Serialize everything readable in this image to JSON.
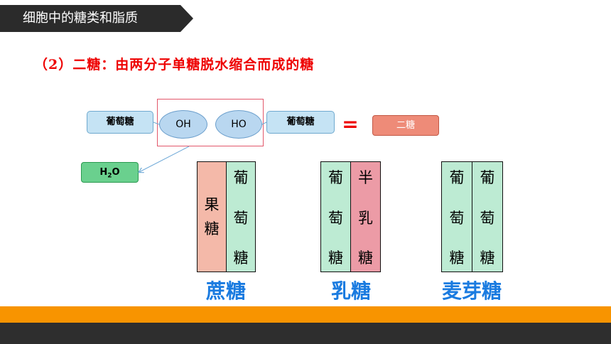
{
  "header": {
    "title": "细胞中的糖类和脂质"
  },
  "subtitle": "（2）二糖：由两分子单糖脱水缩合而成的糖",
  "reaction": {
    "left_monosaccharide": "葡萄糖",
    "hydroxyl_left": "OH",
    "hydroxyl_right": "HO",
    "right_monosaccharide": "葡萄糖",
    "equals": "=",
    "result": "二糖",
    "water_main": "H",
    "water_sub": "2",
    "water_tail": "O"
  },
  "colors": {
    "glucose": "#bdebd3",
    "fructose": "#f4b9a9",
    "galactose": "#ec9ba6",
    "label_blue": "#1a7be0",
    "footer_orange": "#f89400",
    "footer_dark": "#2e2e2e"
  },
  "disaccharides": [
    {
      "name": "蔗糖",
      "units": [
        [
          "果",
          "糖"
        ],
        [
          "葡",
          "萄",
          "糖"
        ]
      ]
    },
    {
      "name": "乳糖",
      "units": [
        [
          "葡",
          "萄",
          "糖"
        ],
        [
          "半",
          "乳",
          "糖"
        ]
      ]
    },
    {
      "name": "麦芽糖",
      "units": [
        [
          "葡",
          "萄",
          "糖"
        ],
        [
          "葡",
          "萄",
          "糖"
        ]
      ]
    }
  ]
}
